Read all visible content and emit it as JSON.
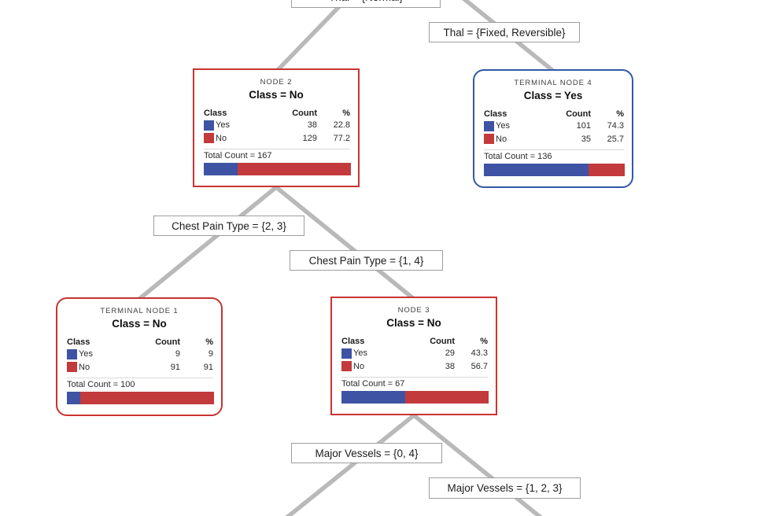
{
  "edges": {
    "thal_normal": "Thal = {Normal}",
    "thal_fixed_reversible": "Thal = {Fixed, Reversible}",
    "chest_pain_2_3": "Chest Pain Type = {2, 3}",
    "chest_pain_1_4": "Chest Pain Type = {1, 4}",
    "major_vessels_0_4": "Major Vessels = {0, 4}",
    "major_vessels_1_2_3": "Major Vessels = {1, 2, 3}"
  },
  "table": {
    "class_header": "Class",
    "count_header": "Count",
    "pct_header": "%"
  },
  "legend": {
    "yes": "Yes",
    "no": "No"
  },
  "nodes": {
    "node2": {
      "title": "NODE 2",
      "class_label": "Class = No",
      "yes_count": "38",
      "yes_pct": "22.8",
      "no_count": "129",
      "no_pct": "77.2",
      "total": "Total Count = 167"
    },
    "terminal4": {
      "title": "TERMINAL NODE 4",
      "class_label": "Class = Yes",
      "yes_count": "101",
      "yes_pct": "74.3",
      "no_count": "35",
      "no_pct": "25.7",
      "total": "Total Count = 136"
    },
    "terminal1": {
      "title": "TERMINAL NODE 1",
      "class_label": "Class = No",
      "yes_count": "9",
      "yes_pct": "9",
      "no_count": "91",
      "no_pct": "91",
      "total": "Total Count = 100"
    },
    "node3": {
      "title": "NODE 3",
      "class_label": "Class = No",
      "yes_count": "29",
      "yes_pct": "43.3",
      "no_count": "38",
      "no_pct": "56.7",
      "total": "Total Count = 67"
    }
  },
  "colors": {
    "yes": "#3e53a4",
    "no": "#c33a3c",
    "decision_border": "#c93332",
    "terminal_yes_border": "#3458a8",
    "edge_line": "#b9b9b9"
  }
}
